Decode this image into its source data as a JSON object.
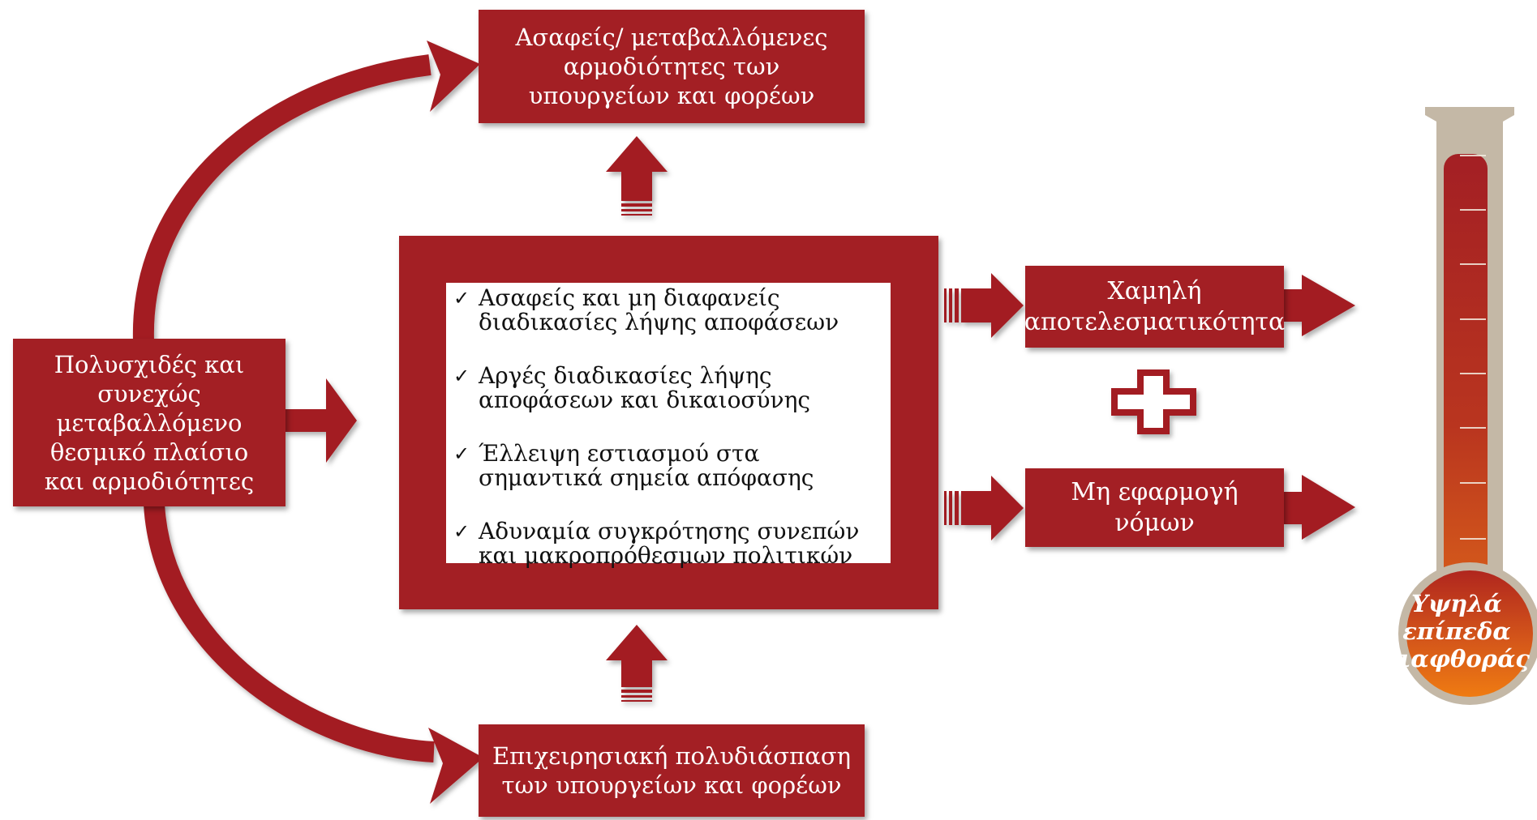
{
  "diagram": {
    "left_box": "Πολυσχιδές και συνεχώς\nμεταβαλλόμενο\nθεσμικό πλαίσιο\nκαι αρμοδιότητες",
    "top_box": "Ασαφείς/ μεταβαλλόμενες\nαρμοδιότητες των\nυπουργείων και φορέων",
    "bottom_box": "Επιχειρησιακή πολυδιάσπαση\nτων υπουργείων και φορέων",
    "center_items": [
      "Ασαφείς και μη διαφανείς\nδιαδικασίες λήψης αποφάσεων",
      "Αργές διαδικασίες λήψης\nαποφάσεων και δικαιοσύνης",
      "Έλλειψη εστιασμού στα\nσημαντικά σημεία απόφασης",
      "Αδυναμία συγκρότησης συνεπών\nκαι μακροπρόθεσμων πολιτικών"
    ],
    "check_symbol": "✓",
    "outcome_top": "Χαμηλή\nαποτελεσματικότητα",
    "outcome_bottom": "Μη εφαρμογή\nνόμων",
    "thermometer_label": "Υψηλά\nεπίπεδα\nδιαφθοράς"
  },
  "colors": {
    "primary_red": "#a31f24",
    "thermometer_bulb": "#e06c12",
    "thermometer_tube": "#c4b8a6"
  }
}
